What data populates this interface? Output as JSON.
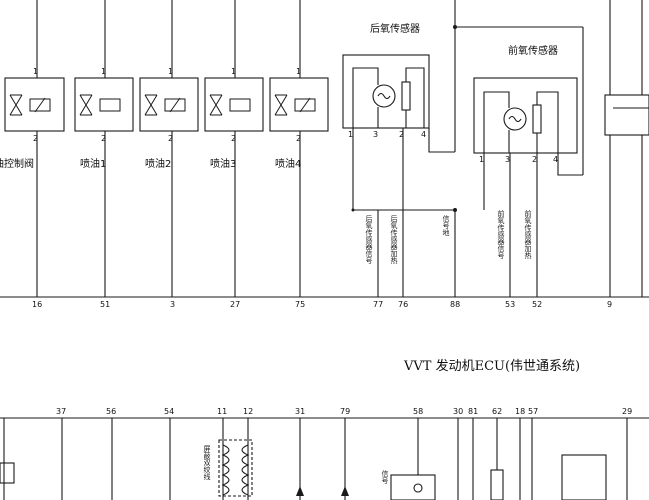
{
  "ecu_title": "VVT 发动机ECU(伟世通系统)",
  "sensors": {
    "rear_o2": "后氧传感器",
    "front_o2": "前氧传感器"
  },
  "actuators": [
    {
      "name": "燃油控制阀",
      "pin_top": "1",
      "pin_bottom": "2",
      "ecu_pin": "16"
    },
    {
      "name": "喷油1",
      "pin_top": "1",
      "pin_bottom": "2",
      "ecu_pin": "51"
    },
    {
      "name": "喷油2",
      "pin_top": "1",
      "pin_bottom": "2",
      "ecu_pin": "3"
    },
    {
      "name": "喷油3",
      "pin_top": "1",
      "pin_bottom": "2",
      "ecu_pin": "27"
    },
    {
      "name": "喷油4",
      "pin_top": "1",
      "pin_bottom": "2",
      "ecu_pin": "75"
    }
  ],
  "rear_o2_pins": [
    "1",
    "3",
    "2",
    "4"
  ],
  "front_o2_pins": [
    "1",
    "3",
    "2",
    "4"
  ],
  "signal_labels": {
    "rear_signal": "后氧传感器信号",
    "rear_heater": "后氧传感器加热",
    "signal_ground": "信号地",
    "front_signal": "前氧传感器信号",
    "front_heater": "前氧传感器加热"
  },
  "upper_ecu_pins": [
    "16",
    "51",
    "3",
    "27",
    "75",
    "77",
    "76",
    "88",
    "53",
    "52",
    "9"
  ],
  "lower_ecu_pins": [
    "37",
    "56",
    "54",
    "11",
    "12",
    "31",
    "79",
    "58",
    "30",
    "81",
    "62",
    "18",
    "57",
    "29"
  ],
  "lower_labels": {
    "shield": "屏蔽双绞线",
    "lower_left": "信号"
  },
  "colors": {
    "line": "#1a1a1a",
    "background": "#ffffff"
  }
}
